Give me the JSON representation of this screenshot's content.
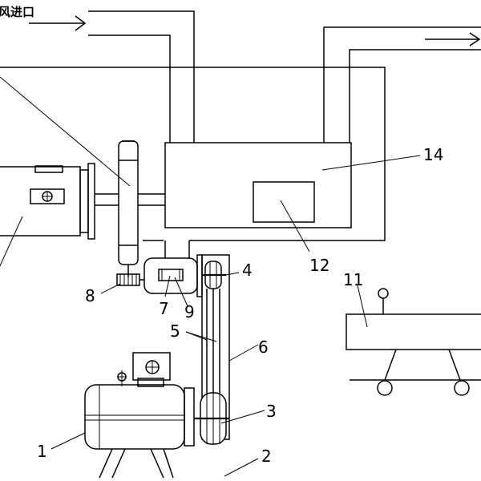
{
  "diagram": {
    "inlet_label": "风进口",
    "labels": [
      {
        "key": "n1",
        "text": "1"
      },
      {
        "key": "n2",
        "text": "2"
      },
      {
        "key": "n3",
        "text": "3"
      },
      {
        "key": "n4",
        "text": "4"
      },
      {
        "key": "n5",
        "text": "5"
      },
      {
        "key": "n6",
        "text": "6"
      },
      {
        "key": "n7",
        "text": "7"
      },
      {
        "key": "n8",
        "text": "8"
      },
      {
        "key": "n9",
        "text": "9"
      },
      {
        "key": "n11",
        "text": "11"
      },
      {
        "key": "n12",
        "text": "12"
      },
      {
        "key": "n14",
        "text": "14"
      }
    ]
  }
}
